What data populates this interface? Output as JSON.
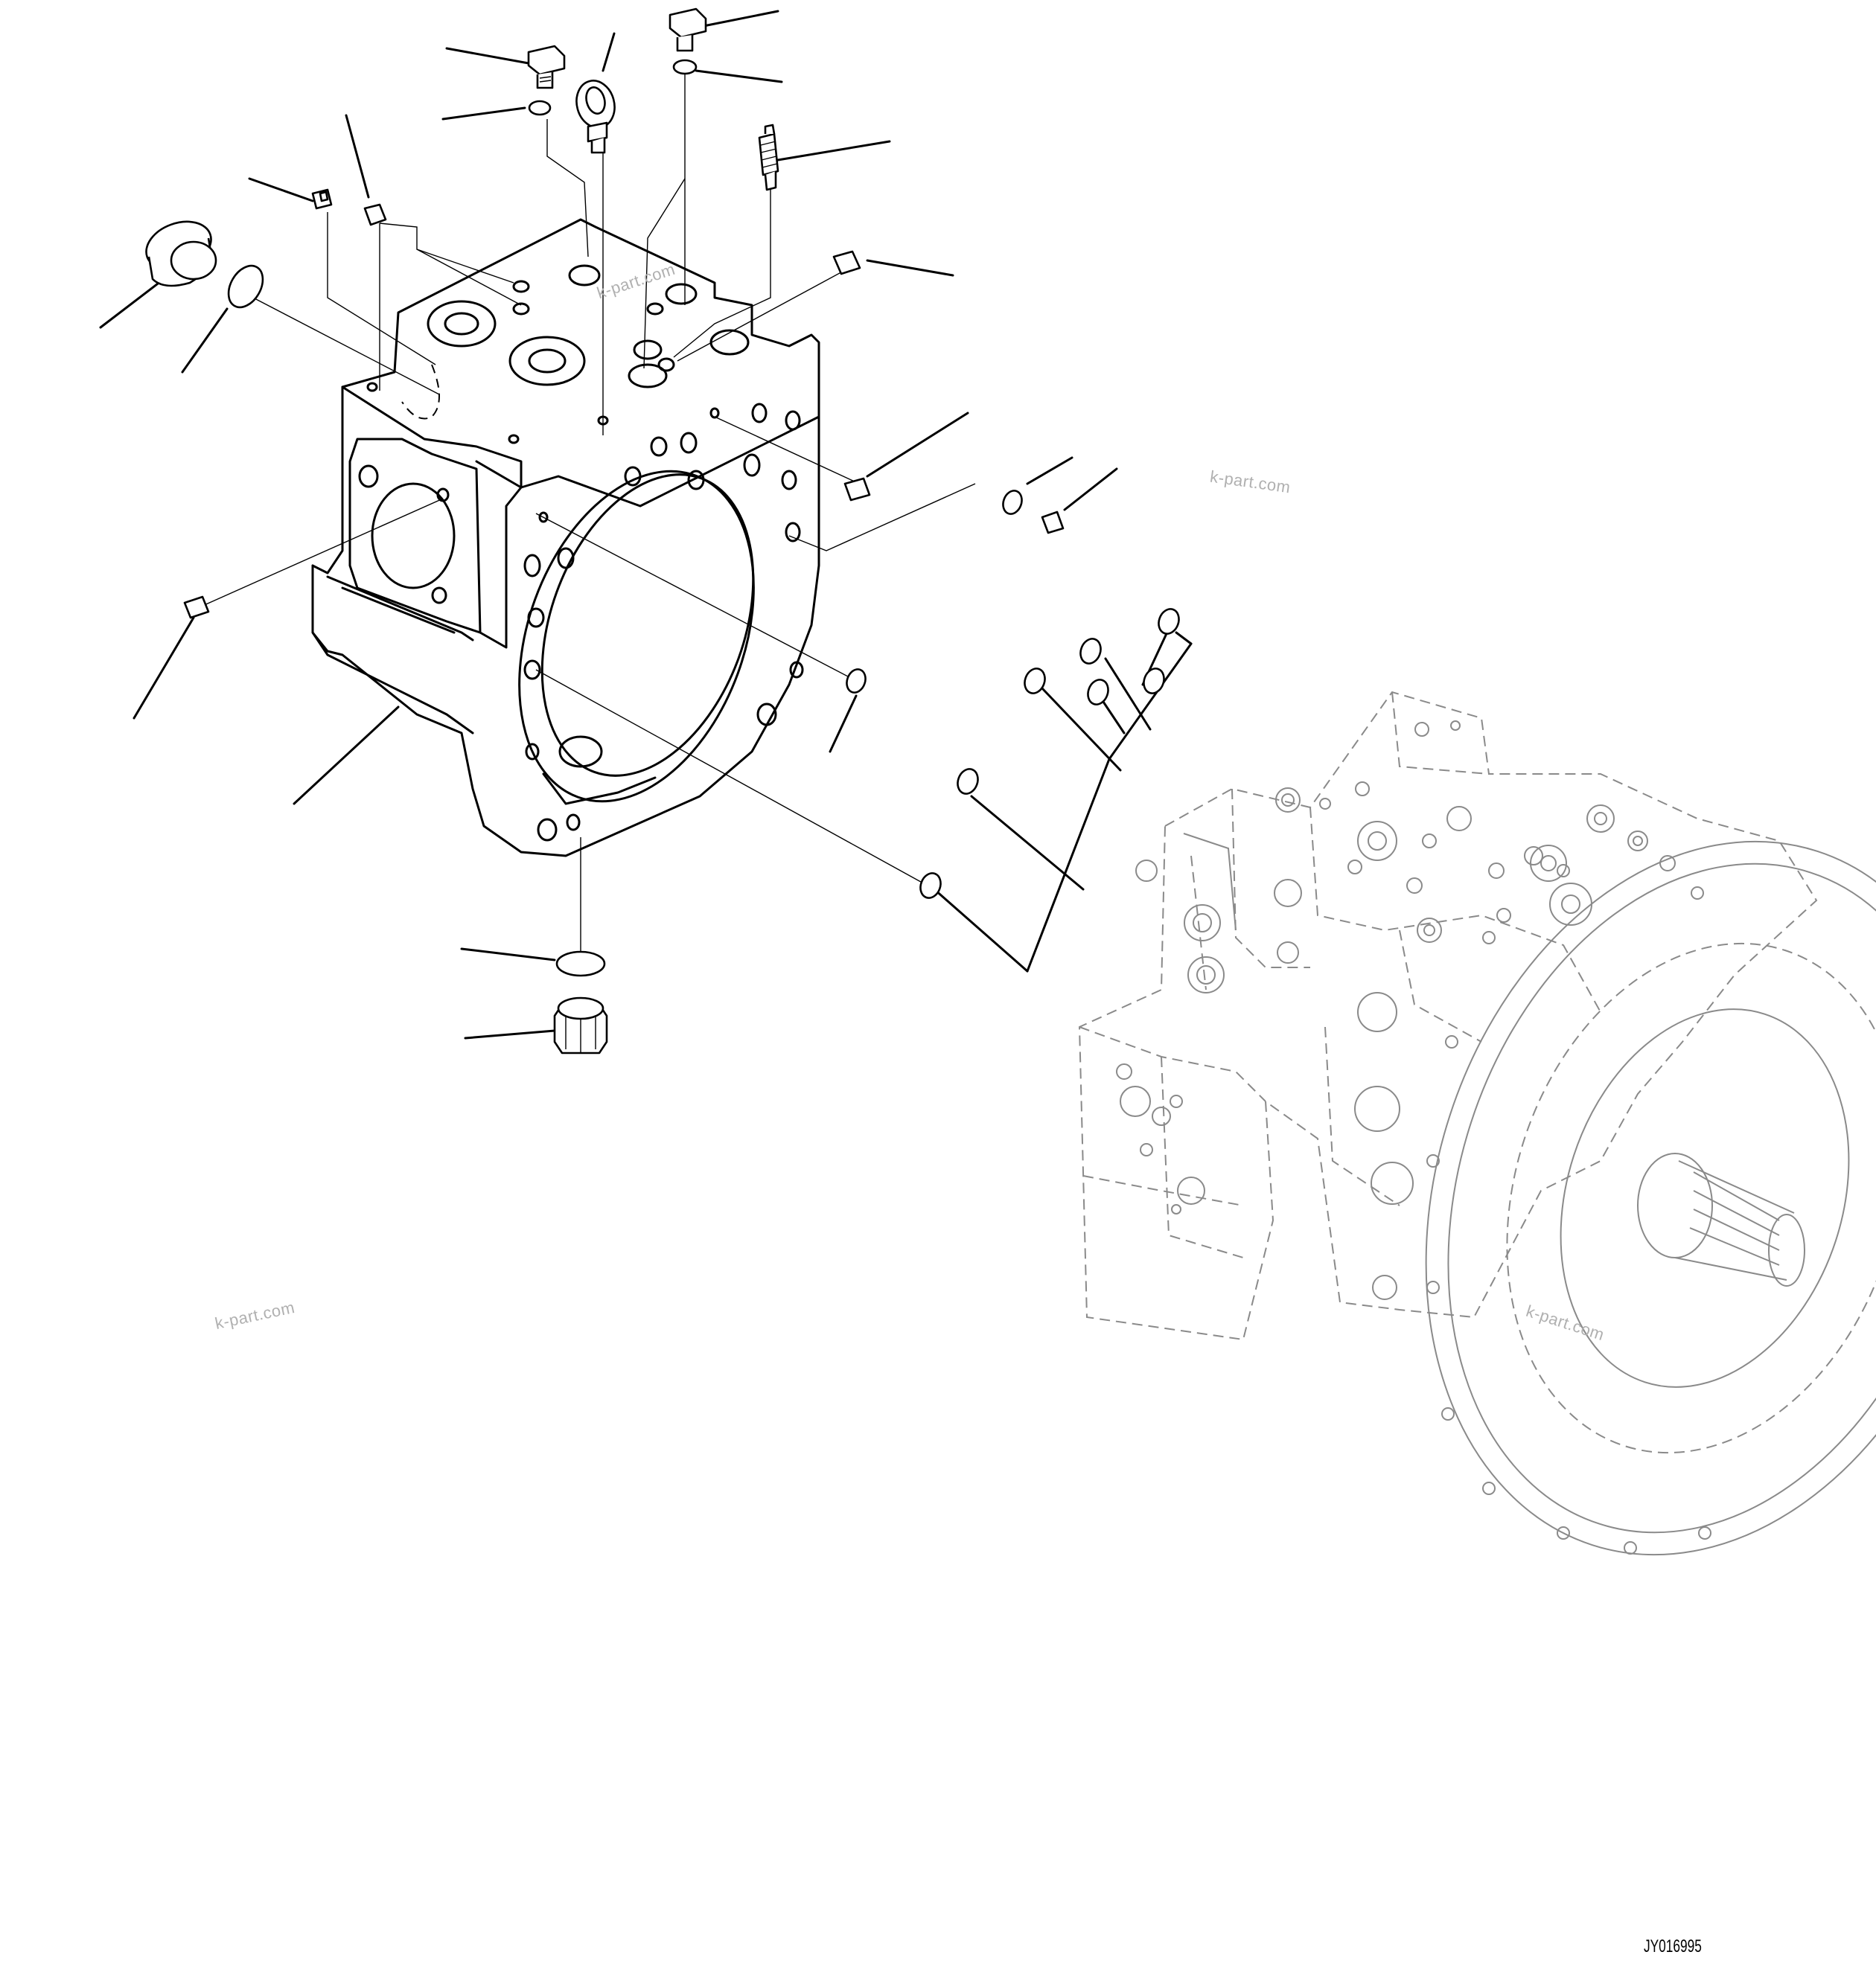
{
  "diagram": {
    "figure_id": "JY016995",
    "watermarks": [
      "k-part.com",
      "k-part.com",
      "k-part.com",
      "k-part.com"
    ]
  }
}
